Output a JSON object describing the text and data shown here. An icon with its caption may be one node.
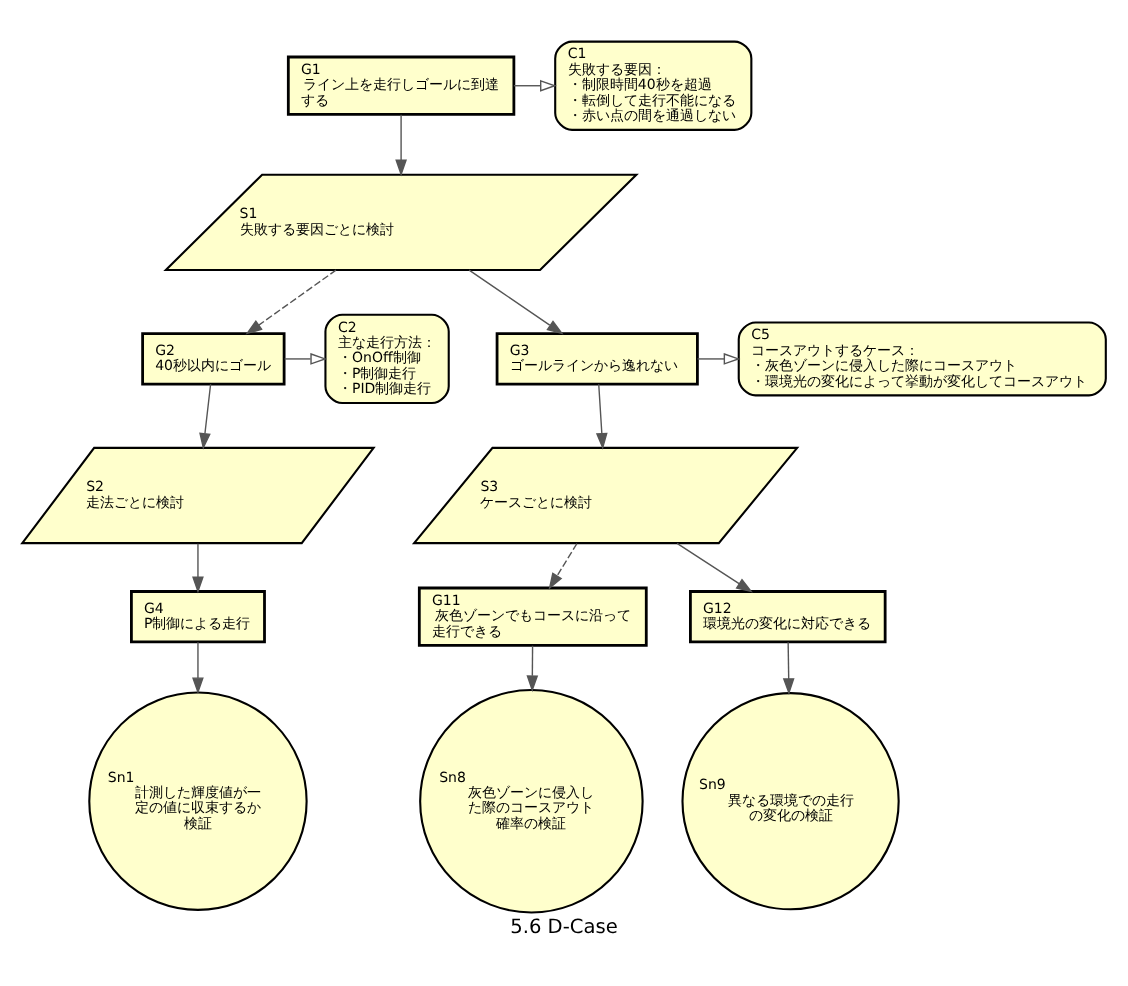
{
  "diagram": {
    "caption": "5.6 D-Case",
    "nodes": [
      {
        "text": [
          "G1",
          "ライン上を走行しゴールに到達する"
        ]
      },
      {
        "text": [
          "C1",
          "失敗する要因：",
          "・制限時間40秒を超過",
          "・転倒して走行不能になる",
          "・赤い点の間を通過しない"
        ]
      },
      {
        "text": [
          "S1",
          "失敗する要因ごとに検討"
        ]
      },
      {
        "text": [
          "G2",
          "40秒以内にゴール"
        ]
      },
      {
        "text": [
          "C2",
          "主な走行方法：",
          "・OnOff制御",
          "・P制御走行",
          "・PID制御走行"
        ]
      },
      {
        "text": [
          "G3",
          "ゴールラインから逸れない"
        ]
      },
      {
        "text": [
          "C5",
          "コースアウトするケース：",
          "・灰色ゾーンに侵入した際にコースアウト",
          "・環境光の変化によって挙動が変化してコースアウト"
        ]
      },
      {
        "text": [
          "S2",
          "走法ごとに検討"
        ]
      },
      {
        "text": [
          "S3",
          "ケースごとに検討"
        ]
      },
      {
        "text": [
          "G4",
          "P制御による走行"
        ]
      },
      {
        "text": [
          "G11",
          "灰色ゾーンでもコースに沿って走行できる"
        ]
      },
      {
        "text": [
          "G12",
          "環境光の変化に対応できる"
        ]
      },
      {
        "text": [
          "Sn1",
          "計測した輝度値が一定の値に収束するか検証"
        ]
      },
      {
        "text": [
          "Sn8",
          "灰色ゾーンに侵入した際のコースアウト確率の検証"
        ]
      },
      {
        "text": [
          "Sn9",
          "異なる環境での走行の変化の検証"
        ]
      }
    ],
    "edges": [
      {
        "from": 0,
        "to": 1,
        "arrow": "to"
      },
      {
        "from": 0,
        "to": 2,
        "arrow": "to"
      },
      {
        "from": 2,
        "to": 3,
        "arrow": "to",
        "style": "dashed"
      },
      {
        "from": 2,
        "to": 5,
        "arrow": "to"
      },
      {
        "from": 3,
        "to": 4,
        "arrow": "to"
      },
      {
        "from": 3,
        "to": 7,
        "arrow": "to"
      },
      {
        "from": 5,
        "to": 6,
        "arrow": "to"
      },
      {
        "from": 5,
        "to": 8,
        "arrow": "to"
      },
      {
        "from": 7,
        "to": 9,
        "arrow": "to"
      },
      {
        "from": 8,
        "to": 10,
        "arrow": "to",
        "style": "dashed"
      },
      {
        "from": 8,
        "to": 11,
        "arrow": "to"
      },
      {
        "from": 9,
        "to": 12,
        "arrow": "to"
      },
      {
        "from": 10,
        "to": 13,
        "arrow": "to"
      },
      {
        "from": 11,
        "to": 14,
        "arrow": "to"
      }
    ]
  }
}
